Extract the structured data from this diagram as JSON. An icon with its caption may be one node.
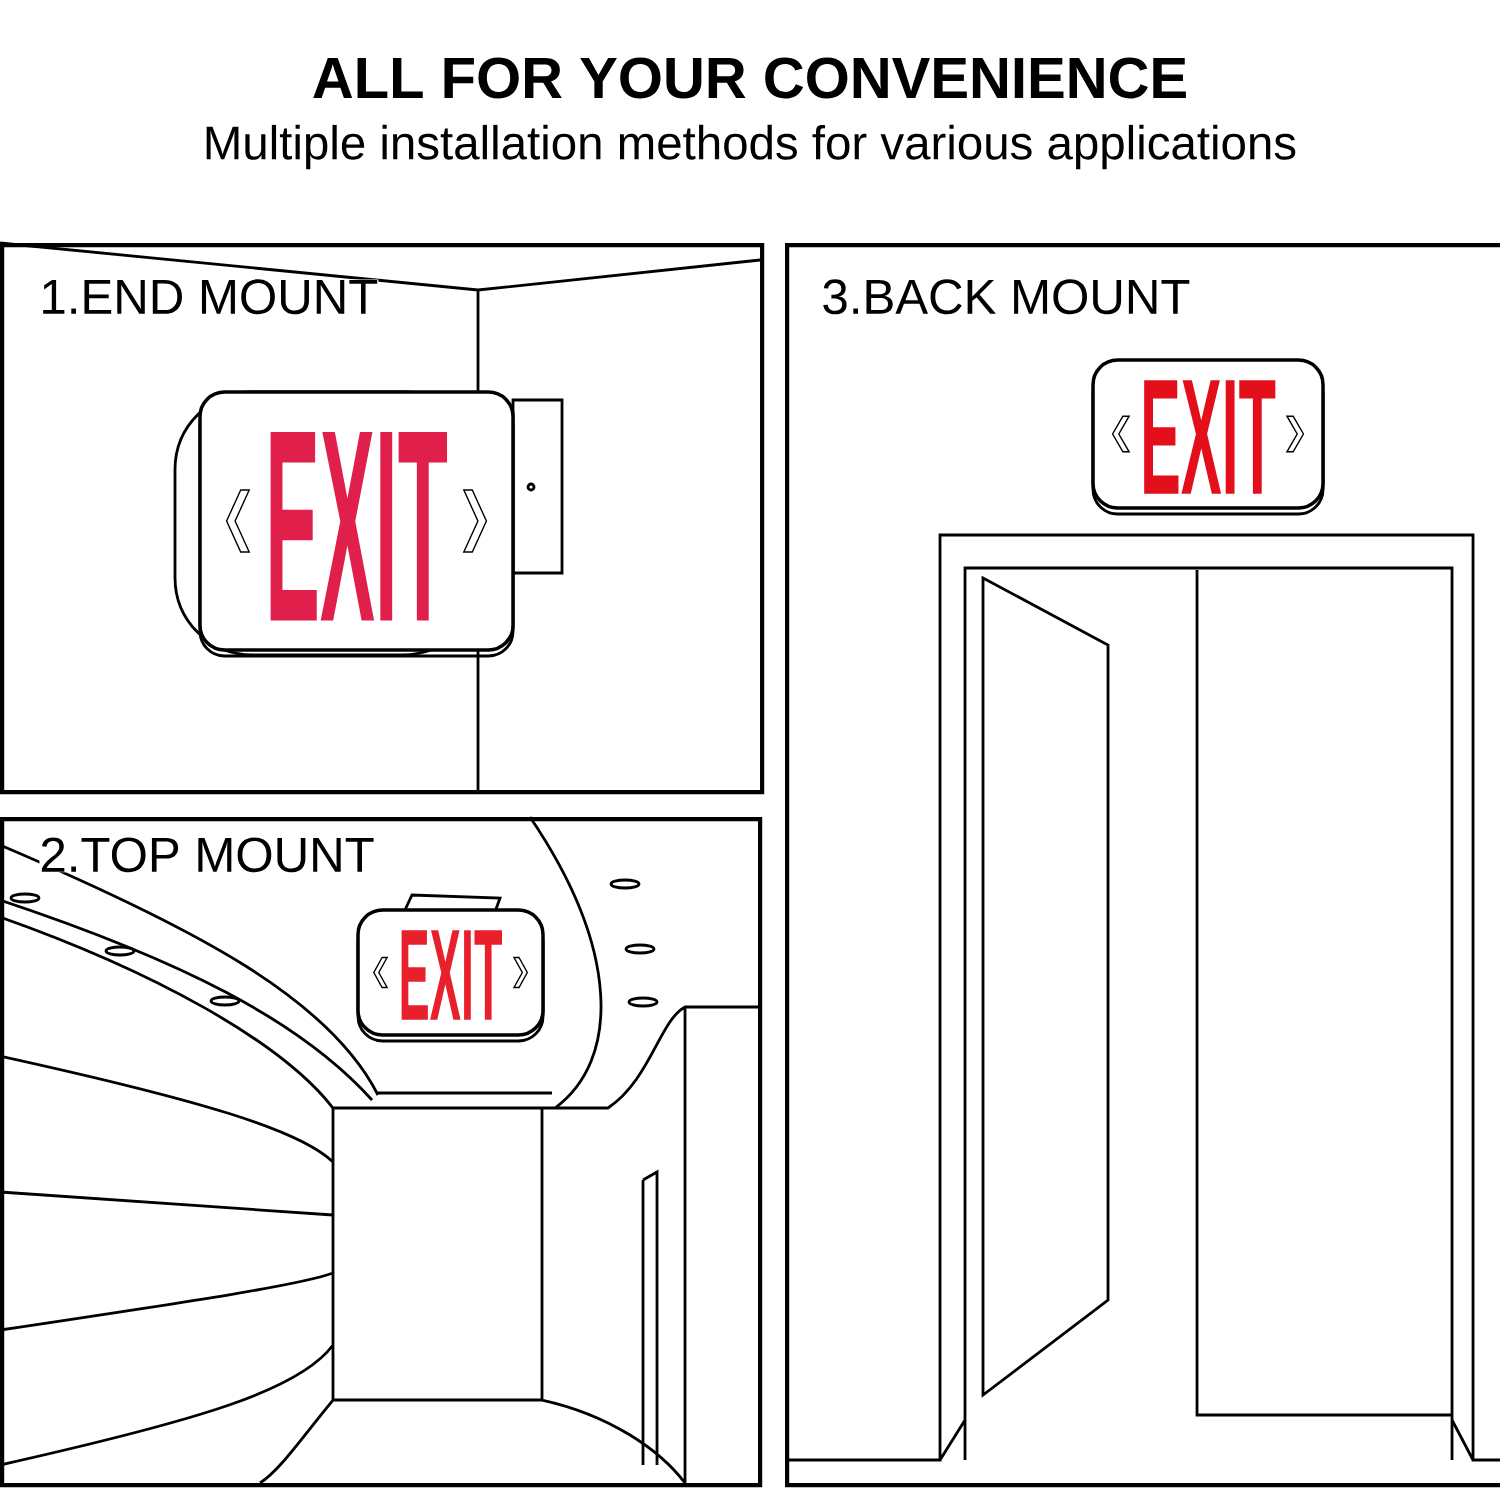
{
  "diagram": {
    "title": "ALL FOR YOUR CONVENIENCE",
    "nodes": [
      {
        "text": [
          "1.END MOUNT"
        ]
      },
      {
        "text": [
          "EXIT"
        ],
        "in": 0
      },
      {
        "text": [
          "2.TOP MOUNT"
        ]
      },
      {
        "text": [
          "EXIT"
        ],
        "in": 2
      },
      {
        "text": [
          "3.BACK MOUNT"
        ]
      },
      {
        "text": [
          "EXIT"
        ],
        "in": 4
      }
    ],
    "labels": [
      "Multiple installation methods for various applications"
    ]
  }
}
